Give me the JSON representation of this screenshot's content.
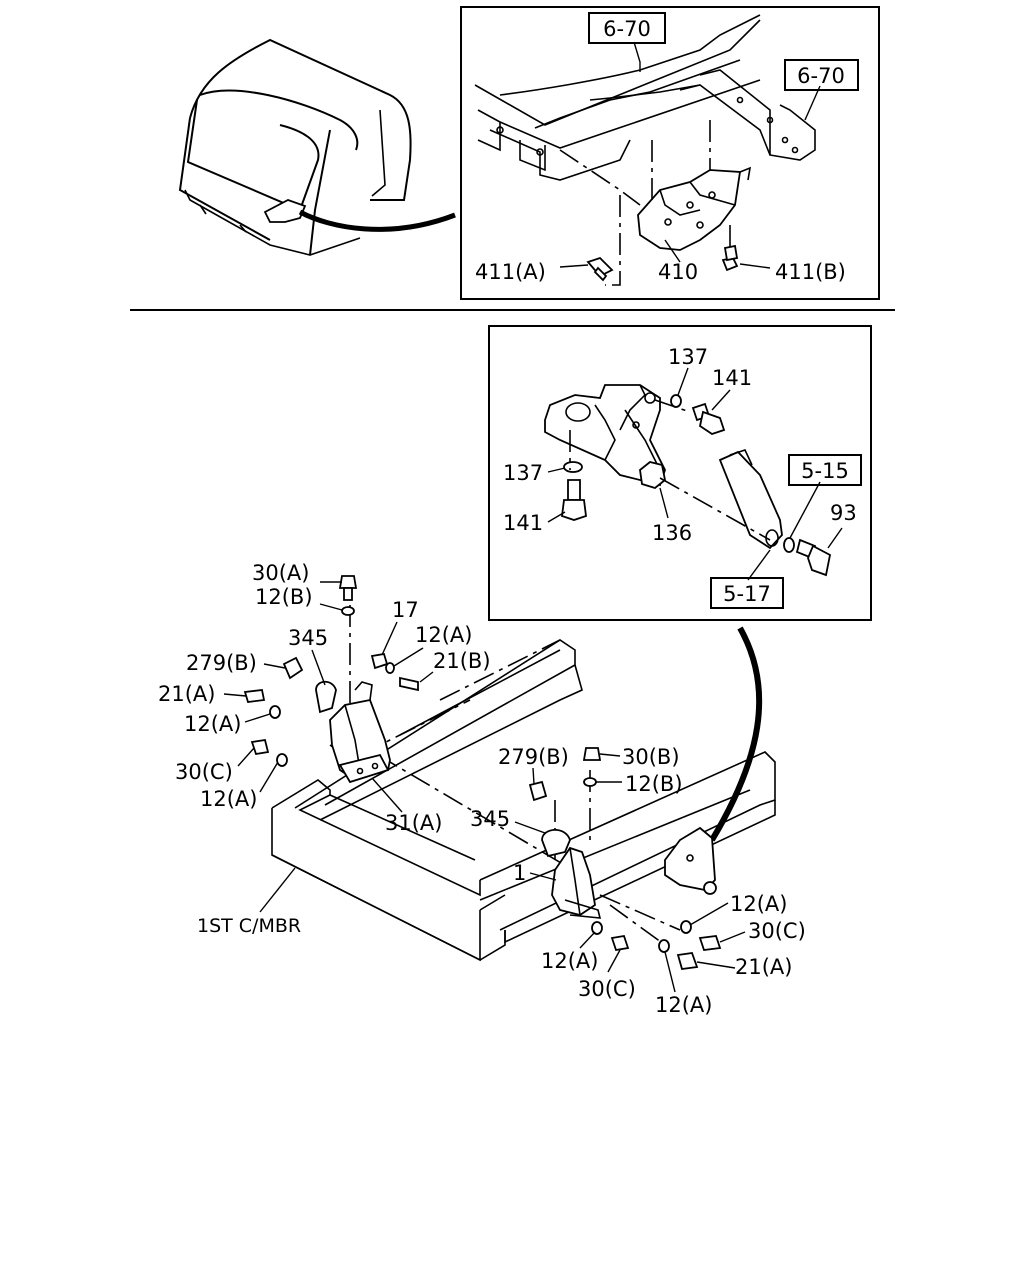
{
  "labels": {
    "top_ref_6_70_a": "6-70",
    "top_ref_6_70_b": "6-70",
    "top_411a": "411(A)",
    "top_410": "410",
    "top_411b": "411(B)",
    "mid_137_top": "137",
    "mid_141_top": "141",
    "mid_137_left": "137",
    "mid_141_left": "141",
    "mid_136": "136",
    "mid_ref_5_15": "5-15",
    "mid_93": "93",
    "mid_ref_5_17": "5-17",
    "l_30a": "30(A)",
    "l_12b": "12(B)",
    "l_17": "17",
    "l_345": "345",
    "l_12a_top": "12(A)",
    "l_279b": "279(B)",
    "l_21b": "21(B)",
    "l_21a": "21(A)",
    "l_12a_mid": "12(A)",
    "l_30c": "30(C)",
    "l_12a_low": "12(A)",
    "l_31a": "31(A)",
    "r_279b": "279(B)",
    "r_30b": "30(B)",
    "r_12b": "12(B)",
    "r_345": "345",
    "r_1": "1",
    "r_12a_right": "12(A)",
    "r_30c_right": "30(C)",
    "r_21a": "21(A)",
    "r_12a_left": "12(A)",
    "r_30c_left": "30(C)",
    "r_12a_bottom": "12(A)",
    "crossmember": "1ST C/MBR"
  }
}
